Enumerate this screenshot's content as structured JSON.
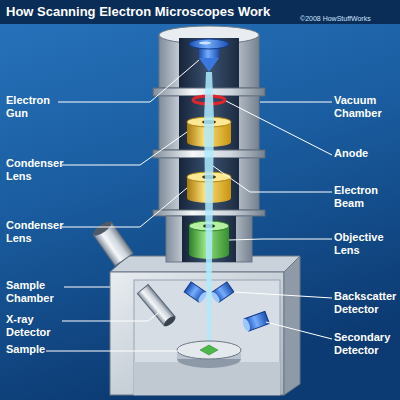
{
  "diagram": {
    "title": "How Scanning Electron Microscopes Work",
    "labels": [
      "©2008 HowStuffWorks",
      "Electron Gun",
      "Vacuum Chamber",
      "Anode",
      "Condenser Lens",
      "Electron Beam",
      "Condenser Lens",
      "Objective Lens",
      "Sample Chamber",
      "Backscatter Detector",
      "X-ray Detector",
      "Secondary Detector",
      "Sample"
    ]
  }
}
